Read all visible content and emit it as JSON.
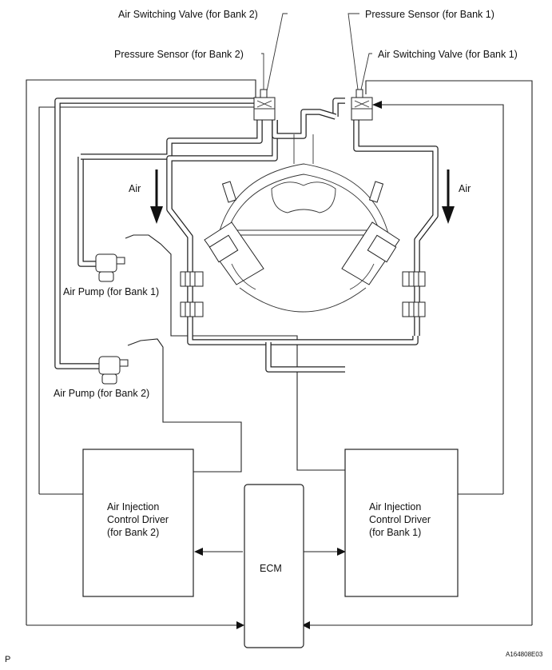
{
  "labels": {
    "asv_bank2": "Air Switching Valve (for Bank 2)",
    "ps_bank2": "Pressure Sensor (for Bank 2)",
    "ps_bank1": "Pressure Sensor (for Bank 1)",
    "asv_bank1": "Air Switching Valve (for Bank 1)",
    "air_left": "Air",
    "air_right": "Air",
    "pump_bank1": "Air Pump (for Bank 1)",
    "pump_bank2": "Air Pump (for Bank 2)",
    "driver_bank2": [
      "Air Injection",
      "Control Driver",
      "(for Bank 2)"
    ],
    "driver_bank1": [
      "Air Injection",
      "Control Driver",
      "(for Bank 1)"
    ],
    "ecm": "ECM",
    "corner_mark": "P",
    "figure_code": "A164808E03"
  }
}
